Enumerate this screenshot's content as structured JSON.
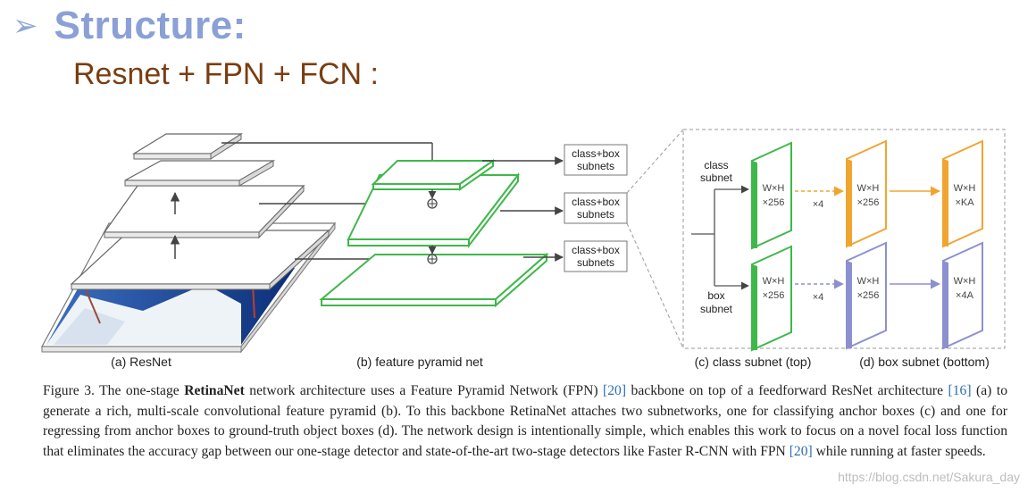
{
  "slide": {
    "title": "Structure:",
    "subtitle": "Resnet + FPN + FCN :"
  },
  "diagram": {
    "panels": {
      "resnet": "(a) ResNet",
      "fpn": "(b) feature pyramid net",
      "class_subnet": "(c) class subnet (top)",
      "box_subnet": "(d) box subnet (bottom)"
    },
    "subnet_boxes": [
      "class+box subnets",
      "class+box subnets",
      "class+box subnets"
    ],
    "subnet_box_lines": [
      "class+box",
      "subnets"
    ],
    "class_label": [
      "class",
      "subnet"
    ],
    "box_label": [
      "box",
      "subnet"
    ],
    "features": {
      "wh": "W×H",
      "c256": "×256",
      "cka": "×KA",
      "c4a": "×4A",
      "x4": "×4"
    },
    "colors": {
      "green": "#3fb84a",
      "orange": "#f0a531",
      "purple": "#8d90cf"
    }
  },
  "caption": {
    "fig": "Figure 3. The one-stage ",
    "bold": "RetinaNet",
    "p1": " network architecture uses a Feature Pyramid Network (FPN) ",
    "ref1": "[20]",
    "p2": " backbone on top of a feedforward ResNet architecture ",
    "ref2": "[16]",
    "p3": " (a) to generate a rich, multi-scale convolutional feature pyramid (b). To this backbone RetinaNet attaches two subnetworks, one for classifying anchor boxes (c) and one for regressing from anchor boxes to ground-truth object boxes (d). The network design is intentionally simple, which enables this work to focus on a novel focal loss function that eliminates the accuracy gap between our one-stage detector and state-of-the-art two-stage detectors like Faster R-CNN with FPN ",
    "ref3": "[20]",
    "p4": " while running at faster speeds."
  },
  "watermark": "https://blog.csdn.net/Sakura_day"
}
